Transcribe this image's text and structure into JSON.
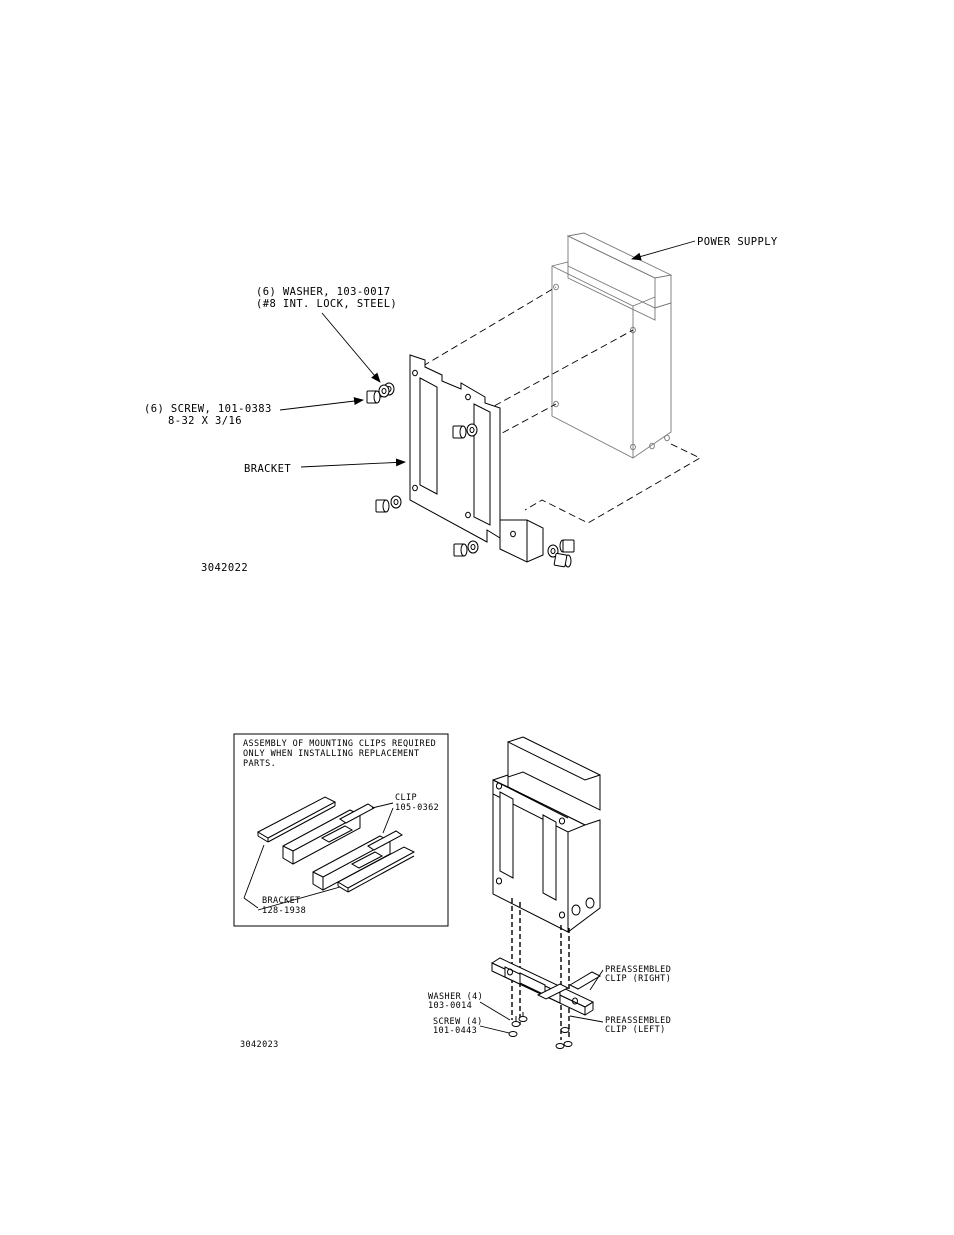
{
  "figure1": {
    "labels": {
      "power_supply": "POWER SUPPLY",
      "washer_line1": "(6) WASHER, 103-0017",
      "washer_line2": "(#8 INT. LOCK, STEEL)",
      "screw_line1": "(6) SCREW, 101-0383",
      "screw_line2": "8-32 X 3/16",
      "bracket": "BRACKET"
    },
    "drawing_number": "3042022"
  },
  "figure2": {
    "inset": {
      "note_line1": "ASSEMBLY OF MOUNTING CLIPS REQUIRED",
      "note_line2": "ONLY WHEN INSTALLING REPLACEMENT",
      "note_line3": "PARTS.",
      "clip_line1": "CLIP",
      "clip_line2": "105-0362",
      "bracket_line1": "BRACKET",
      "bracket_line2": "128-1938"
    },
    "labels": {
      "preassembled_right_line1": "PREASSEMBLED",
      "preassembled_right_line2": "CLIP (RIGHT)",
      "preassembled_left_line1": "PREASSEMBLED",
      "preassembled_left_line2": "CLIP (LEFT)",
      "washer_line1": "WASHER (4)",
      "washer_line2": "103-0014",
      "screw_line1": "SCREW (4)",
      "screw_line2": "101-0443"
    },
    "drawing_number": "3042023"
  }
}
